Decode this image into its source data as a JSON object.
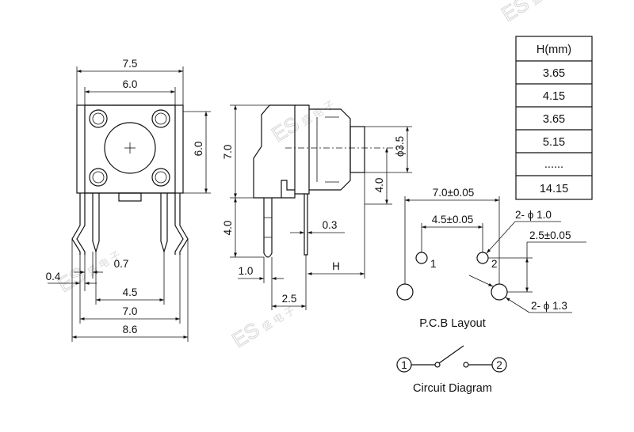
{
  "front_view": {
    "dim_body_width": "7.5",
    "dim_inner_width": "6.0",
    "dim_body_height": "6.0",
    "dim_pin_width": "0.4",
    "dim_pin_step": "0.7",
    "dim_pin_pitch": "4.5",
    "dim_pin_span": "7.0",
    "dim_outer_span": "8.6"
  },
  "side_view": {
    "dim_height": "7.0",
    "dim_pin_length": "4.0",
    "dim_pin_thickness": "0.3",
    "dim_button_diameter": "ϕ3.5",
    "dim_button_offset": "4.0",
    "dim_tip": "1.0",
    "dim_base": "2.5",
    "dim_h": "H"
  },
  "height_table": {
    "header": "H(mm)",
    "rows": [
      "3.65",
      "4.15",
      "3.65",
      "5.15",
      "......",
      "14.15"
    ]
  },
  "pcb_layout": {
    "dim_total": "7.0±0.05",
    "dim_pitch": "4.5±0.05",
    "dim_small_hole": "2- ϕ 1.0",
    "dim_offset": "2.5±0.05",
    "dim_large_hole": "2- ϕ 1.3",
    "pin_1": "1",
    "pin_2": "2",
    "title": "P.C.B Layout"
  },
  "circuit": {
    "node_1": "1",
    "node_2": "2",
    "title": "Circuit Diagram"
  },
  "watermark": {
    "logo": "ES",
    "text": "盛 电 子"
  }
}
